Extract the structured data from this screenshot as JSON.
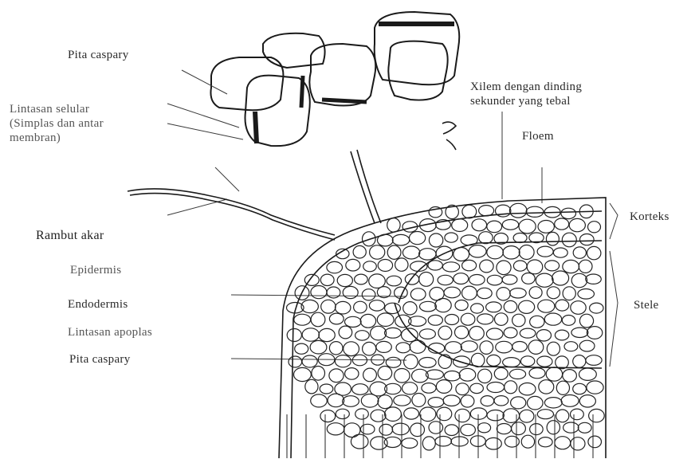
{
  "labels": {
    "pita_caspary_top": "Pita caspary",
    "lintasan_selular": "Lintasan selular\n(Simplas dan antar\nmembran)",
    "xilem": "Xilem dengan dinding\nsekunder yang tebal",
    "floem": "Floem",
    "rambut_akar": "Rambut akar",
    "korteks": "Korteks",
    "epidermis": "Epidermis",
    "endodermis": "Endodermis",
    "stele": "Stele",
    "lintasan_apoplas": "Lintasan apoplas",
    "pita_caspary_bottom": "Pita caspary"
  },
  "colors": {
    "ink": "#1a1a1a",
    "paper": "#ffffff"
  }
}
